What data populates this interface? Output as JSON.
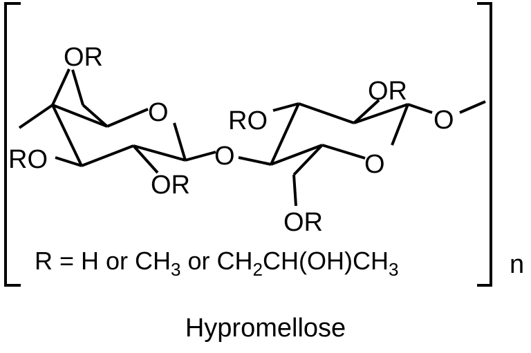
{
  "structure": {
    "labels": {
      "or_top_left": "OR",
      "o_ring_left": "O",
      "ro_left": "RO",
      "or_bottom_left": "OR",
      "o_glycosidic": "O",
      "ro_right": "RO",
      "or_top_right": "OR",
      "o_ring_right": "O",
      "o_terminal": "O",
      "or_bottom_right": "OR"
    },
    "r_definition": {
      "prefix": "R = H or CH",
      "sub1": "3",
      "mid": " or CH",
      "sub2": "2",
      "mid2": "CH(OH)CH",
      "sub3": "3"
    },
    "repeat_subscript": "n"
  },
  "caption": "Hypromellose"
}
